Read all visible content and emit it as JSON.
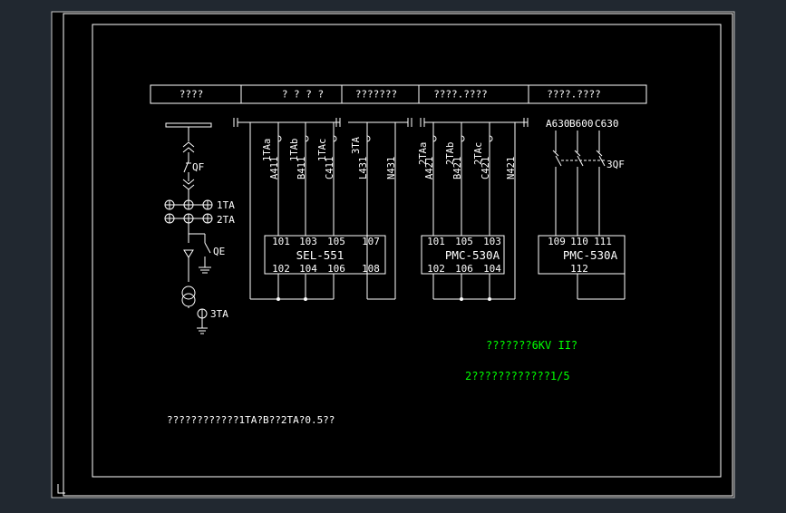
{
  "colors": {
    "viewport": "#212830",
    "sheet": "#000000",
    "line": "#ffffff",
    "note": "#00ff00"
  },
  "table_header": [
    "????",
    "? ? ? ?",
    "???????",
    "????.????",
    "????.????"
  ],
  "primary": {
    "breaker": "QF",
    "ct_labels": [
      "1TA",
      "2TA"
    ],
    "earth_switch": "QE",
    "zero_ct": "3TA"
  },
  "section1": {
    "ct_labels": [
      "1TAa",
      "1TAb",
      "1TAc"
    ],
    "wire_labels": [
      "A411",
      "B411",
      "C411"
    ],
    "zero_ct_label": "3TA",
    "zero_wires": [
      "L431",
      "N431"
    ],
    "relay": {
      "name": "SEL-551",
      "top_terminals": [
        "101",
        "103",
        "105",
        "107"
      ],
      "bottom_terminals": [
        "102",
        "104",
        "106",
        "108"
      ]
    }
  },
  "section2": {
    "ct_labels": [
      "2TAa",
      "2TAb",
      "2TAc"
    ],
    "wire_labels": [
      "A421",
      "B421",
      "C421",
      "N421"
    ],
    "meter": {
      "name": "PMC-530A",
      "top_terminals": [
        "101",
        "105",
        "103"
      ],
      "bottom_terminals": [
        "102",
        "106",
        "104"
      ]
    }
  },
  "section3": {
    "bus_labels": [
      "A630",
      "B600",
      "C630"
    ],
    "switch_label": "3QF",
    "meter": {
      "name": "PMC-530A",
      "top_terminals": [
        "109",
        "110",
        "111"
      ],
      "bottom_terminals": [
        "112"
      ]
    }
  },
  "notes": {
    "line1": "???????6KV II?",
    "line2": "2????????????1/5",
    "footnote": "????????????1TA?B??2TA?0.5??"
  },
  "ucs_icon": "ucs-l-icon"
}
